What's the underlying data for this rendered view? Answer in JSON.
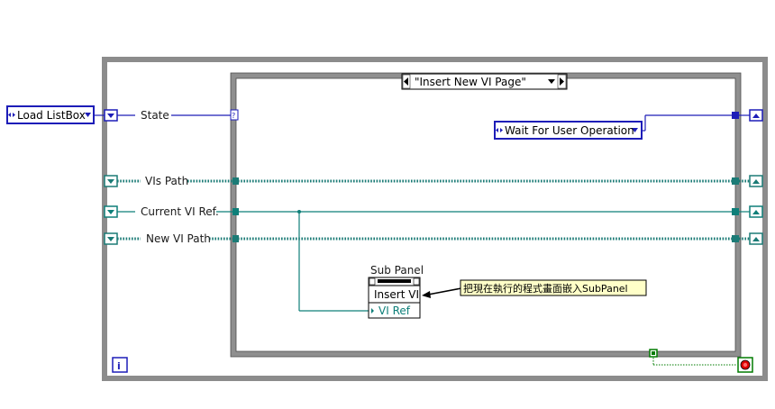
{
  "enums": {
    "load_listbox": "Load ListBox",
    "wait_for_user_operation": "Wait For User Operation"
  },
  "case_selector": "\"Insert New VI Page\"",
  "case_selector_question": "?",
  "wires": {
    "state": "State",
    "vis_path": "VIs Path",
    "current_vi_ref": "Current VI Ref.",
    "new_vi_path": "New VI Path"
  },
  "subpanel": {
    "label": "Sub Panel",
    "method": "Insert VI",
    "input": "VI Ref"
  },
  "comment": "把現在執行的程式畫面嵌入SubPanel",
  "iteration_terminal": "i",
  "colors": {
    "loop_frame": "#8c8c8c",
    "enum_blue": "#1d1db8",
    "path_teal": "#1b7b76",
    "refnum_teal": "#0e7f79",
    "bool_green": "#007b00",
    "stop_red": "#e00000"
  }
}
